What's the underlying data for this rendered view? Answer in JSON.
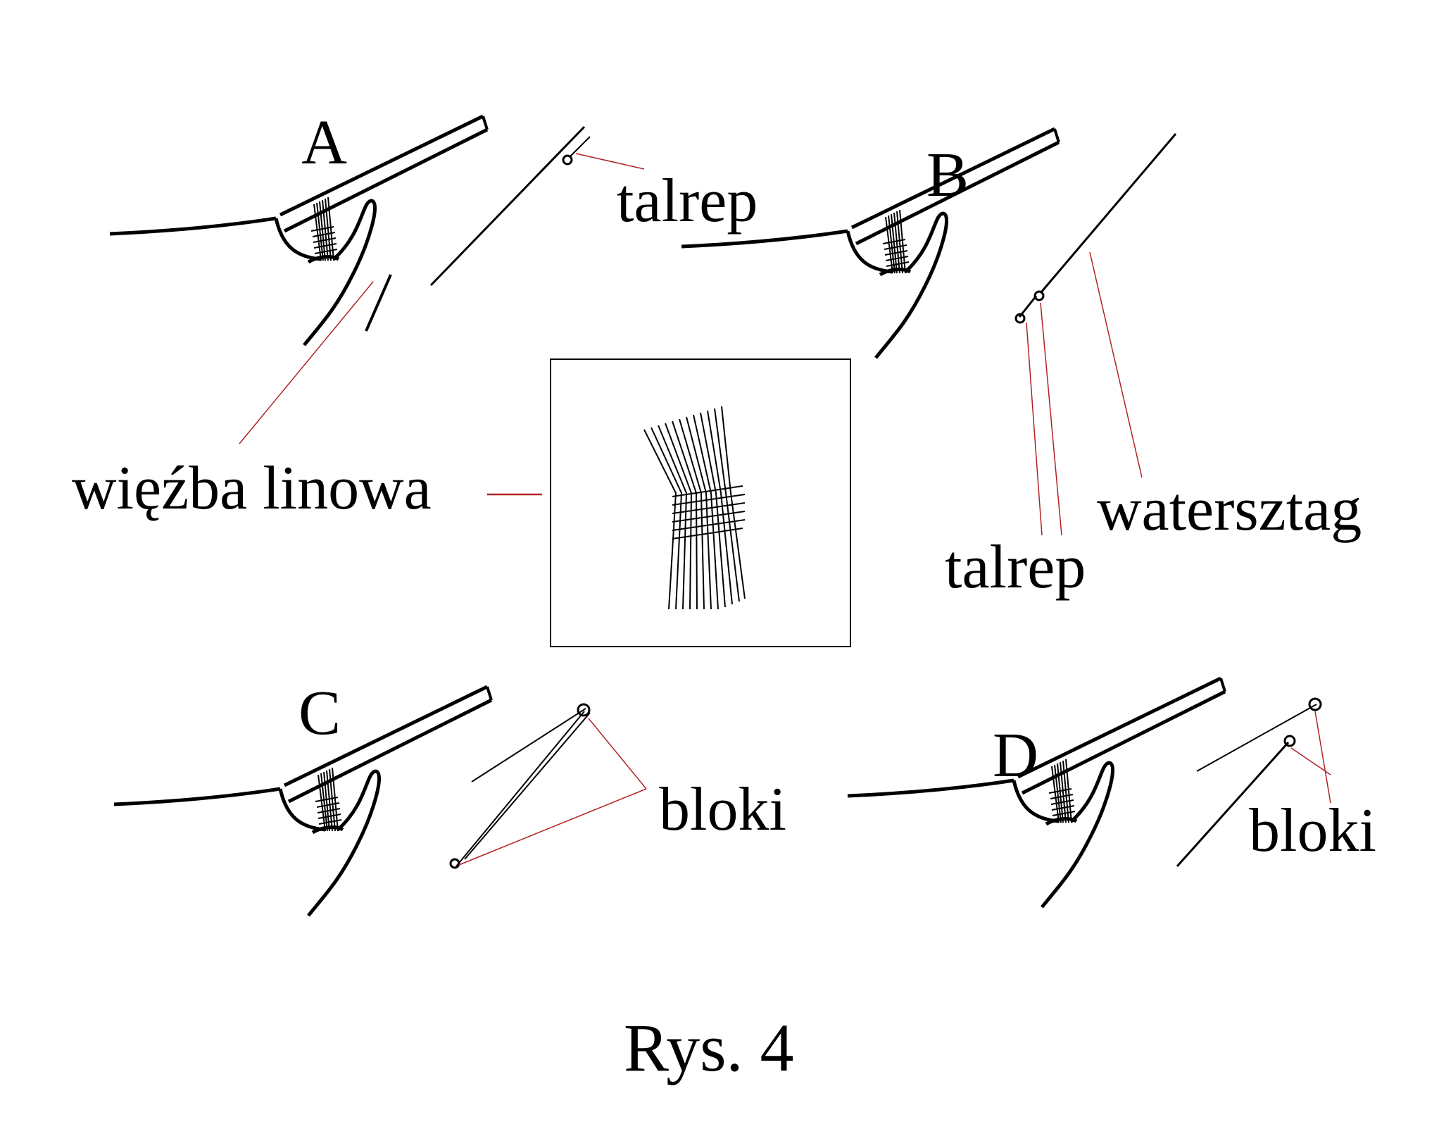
{
  "figure": {
    "caption": "Rys. 4",
    "panels": [
      {
        "letter": "A",
        "labels": [
          "talrep"
        ]
      },
      {
        "letter": "B",
        "labels": [
          "talrep",
          "watersztag"
        ]
      },
      {
        "letter": "C",
        "labels": [
          "bloki"
        ]
      },
      {
        "letter": "D",
        "labels": [
          "bloki"
        ]
      }
    ],
    "inset_label": "więźba linowa"
  },
  "colors": {
    "line": "#000000",
    "leader": "#b22222",
    "background": "#ffffff"
  }
}
